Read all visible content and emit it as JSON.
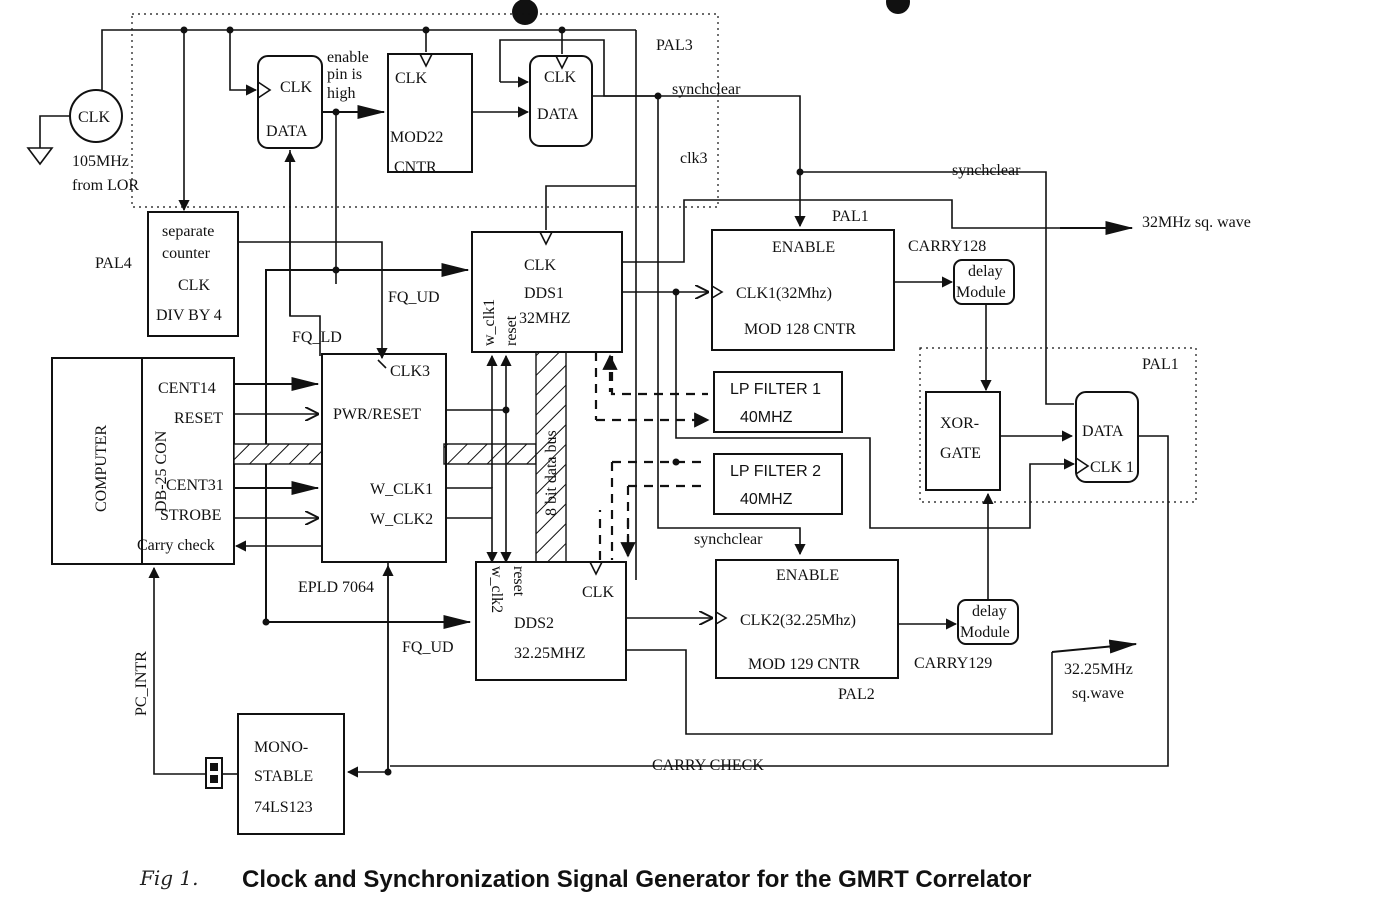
{
  "caption": {
    "fig": "Fig 1.",
    "title": "Clock and Synchronization Signal Generator for the GMRT Correlator"
  },
  "clock_source": {
    "label": "CLK",
    "freq": "105MHz",
    "source": "from LOR"
  },
  "pal3": {
    "label": "PAL3",
    "ff1": {
      "clk": "CLK",
      "data": "DATA"
    },
    "enable_note": [
      "enable",
      "pin is",
      "high"
    ],
    "counter": {
      "clk": "CLK",
      "name": "MOD22",
      "sub": "CNTR"
    },
    "ff2": {
      "clk": "CLK",
      "data": "DATA"
    },
    "synchclear": "synchclear",
    "clk3": "clk3"
  },
  "pal4": {
    "label": "PAL4",
    "lines": [
      "separate",
      "counter",
      "CLK",
      "DIV BY 4"
    ]
  },
  "computer": {
    "label": "COMPUTER",
    "connector": "DB-25 CON",
    "signals": [
      "CENT14",
      "RESET",
      "CENT31",
      "STROBE",
      "Carry check"
    ]
  },
  "epld": {
    "label": "EPLD 7064",
    "clk3": "CLK3",
    "pwr_reset": "PWR/RESET",
    "w_clk1": "W_CLK1",
    "w_clk2": "W_CLK2",
    "fq_ld": "FQ_LD"
  },
  "dds1": {
    "clk": "CLK",
    "name": "DDS1",
    "freq": "32MHZ",
    "w_clk": "w_clk1",
    "reset": "reset",
    "fq_ud": "FQ_UD"
  },
  "dds2": {
    "clk": "CLK",
    "name": "DDS2",
    "freq": "32.25MHZ",
    "w_clk": "w_clk2",
    "reset": "reset",
    "fq_ud": "FQ_UD"
  },
  "databus": "8 bit data bus",
  "lp_filter1": {
    "name": "LP FILTER 1",
    "freq": "40MHZ"
  },
  "lp_filter2": {
    "name": "LP FILTER 2",
    "freq": "40MHZ"
  },
  "pal1_counter": {
    "label": "PAL1",
    "enable": "ENABLE",
    "clk": "CLK1(32Mhz)",
    "name": "MOD 128 CNTR",
    "carry": "CARRY128"
  },
  "pal2_counter": {
    "label": "PAL2",
    "enable": "ENABLE",
    "clk": "CLK2(32.25Mhz)",
    "name": "MOD 129 CNTR",
    "carry": "CARRY129",
    "synchclear": "synchclear"
  },
  "delay1": {
    "line1": "delay",
    "line2": "Module"
  },
  "delay2": {
    "line1": "delay",
    "line2": "Module"
  },
  "pal1_xor": {
    "label": "PAL1",
    "xor": [
      "XOR-",
      "GATE"
    ],
    "ff_data": "DATA",
    "ff_clk": "CLK 1",
    "synchclear": "synchclear"
  },
  "outputs": {
    "out1": "32MHz sq. wave",
    "out2_line1": "32.25MHz",
    "out2_line2": "sq.wave"
  },
  "monostable": {
    "lines": [
      "MONO-",
      "STABLE",
      "74LS123"
    ]
  },
  "pc_intr": "PC_INTR",
  "carry_check": "CARRY CHECK"
}
